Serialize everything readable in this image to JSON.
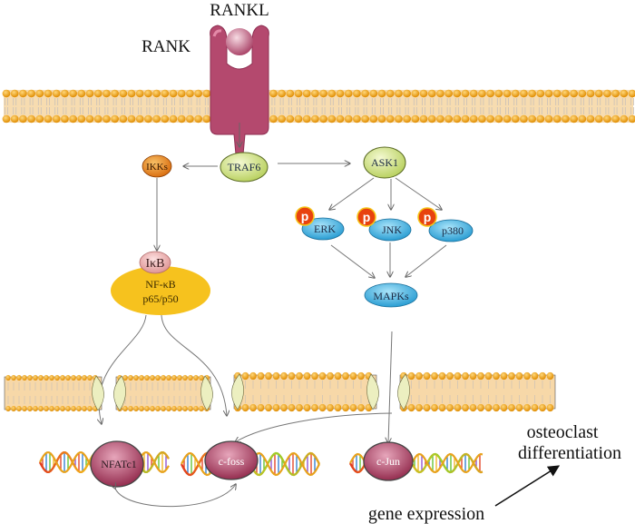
{
  "labels": {
    "rankl": "RANKL",
    "rank": "RANK",
    "traf6": "TRAF6",
    "ikks": "IKKs",
    "ask1": "ASK1",
    "erk": "ERK",
    "jnk": "JNK",
    "p38": "p380",
    "mapks": "MAPKs",
    "ikb": "IκB",
    "nfkb_line1": "NF-κB",
    "nfkb_line2": "p65/p50",
    "nfatc1": "NFATc1",
    "cfos": "c-foss",
    "cjun": "c-Jun",
    "phospho": "p",
    "gene_expression": "gene  expression",
    "osteoclast_line1": "osteoclast",
    "osteoclast_line2": "differentiation"
  },
  "colors": {
    "receptor": "#b4496e",
    "lipid_head": "#f0a21a",
    "lipid_body": "#f7d8a8",
    "pore": "#ecefc0",
    "traf6": "#d9e98a",
    "ikks": "#e8861a",
    "mapk": "#3fb6e6",
    "phospho": "#e8420e",
    "nfkb": "#f6c21e",
    "ikb": "#f2b2b2",
    "tf": "#a33a5c",
    "arrow": "#7a7a7a"
  }
}
